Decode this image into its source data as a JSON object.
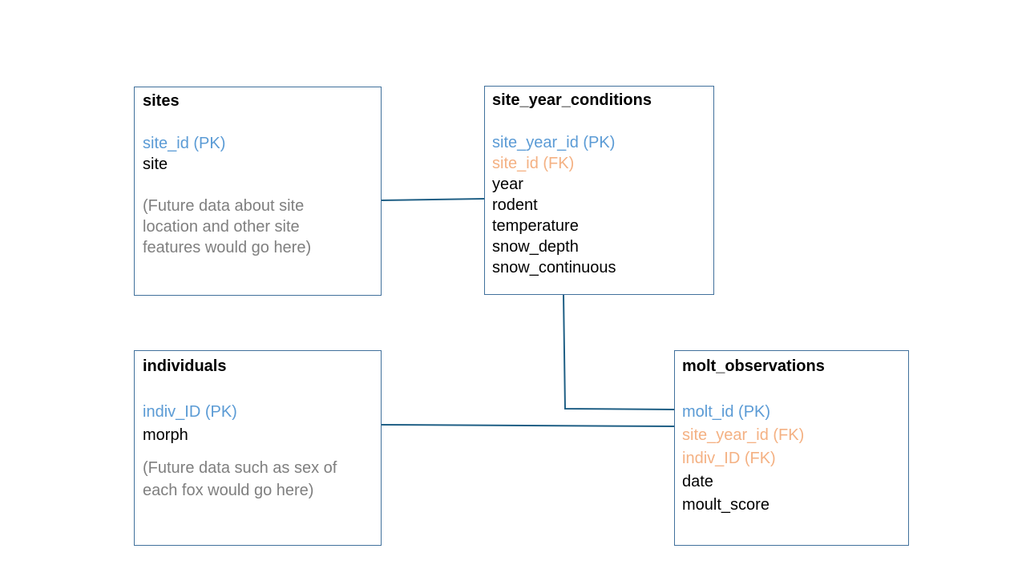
{
  "colors": {
    "border": "#41719c",
    "pk": "#5b9bd5",
    "fk": "#f4b183",
    "note": "#7f7f7f",
    "connector": "#1f5f85"
  },
  "tables": {
    "sites": {
      "title": "sites",
      "pk": "site_id (PK)",
      "field1": "site",
      "note": "(Future data about site location and other site features would go here)"
    },
    "site_year_conditions": {
      "title": "site_year_conditions",
      "pk": "site_year_id (PK)",
      "fk": "site_id (FK)",
      "field1": "year",
      "field2": "rodent",
      "field3": "temperature",
      "field4": "snow_depth",
      "field5": "snow_continuous"
    },
    "individuals": {
      "title": "individuals",
      "pk": "indiv_ID (PK)",
      "field1": "morph",
      "note": "(Future data such as sex of each fox would go here)"
    },
    "molt_observations": {
      "title": "molt_observations",
      "pk": "molt_id (PK)",
      "fk1": "site_year_id (FK)",
      "fk2": "indiv_ID (FK)",
      "field1": "date",
      "field2": "moult_score"
    }
  }
}
